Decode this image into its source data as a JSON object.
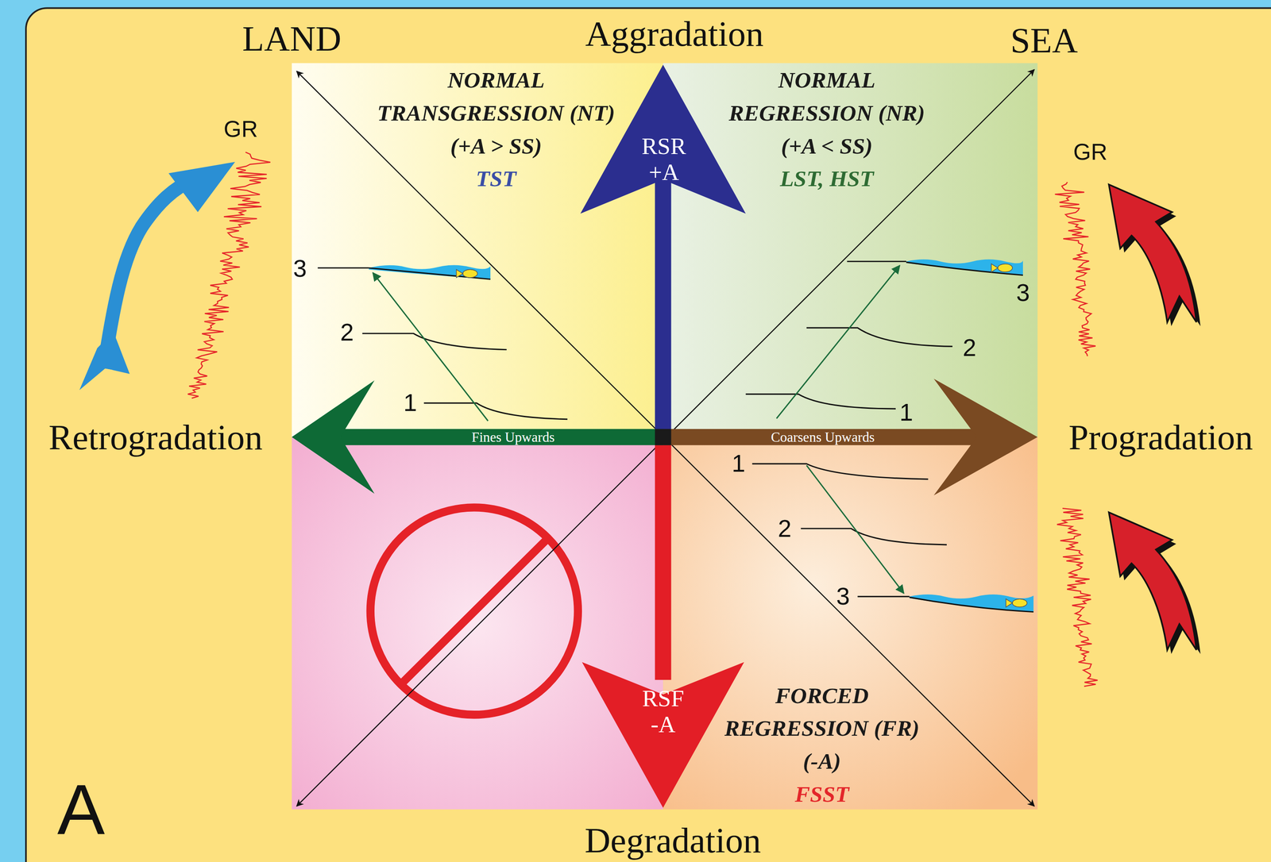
{
  "diagram": {
    "nodes": [
      {
        "text": [
          "NORMAL TRANSGRESSION (NT)",
          "(+A > SS)",
          "TST"
        ]
      },
      {
        "text": [
          "NORMAL REGRESSION (NR)",
          "(+A < SS)",
          "LST, HST"
        ]
      },
      {
        "text": [
          "FORCED REGRESSION (FR)",
          "(-A)",
          "FSST"
        ]
      },
      {
        "text": [
          "RSR +A"
        ]
      },
      {
        "text": [
          "RSF -A"
        ]
      },
      {
        "text": [
          "Fines Upwards"
        ]
      },
      {
        "text": [
          "Coarsens Upwards"
        ]
      }
    ],
    "labels": [
      "LAND",
      "Aggradation",
      "SEA",
      "GR",
      "GR",
      "3",
      "2",
      "1",
      "3",
      "2",
      "1",
      "Retrogradation",
      "Progradation",
      "1",
      "2",
      "3",
      "Degradation",
      "A"
    ]
  }
}
